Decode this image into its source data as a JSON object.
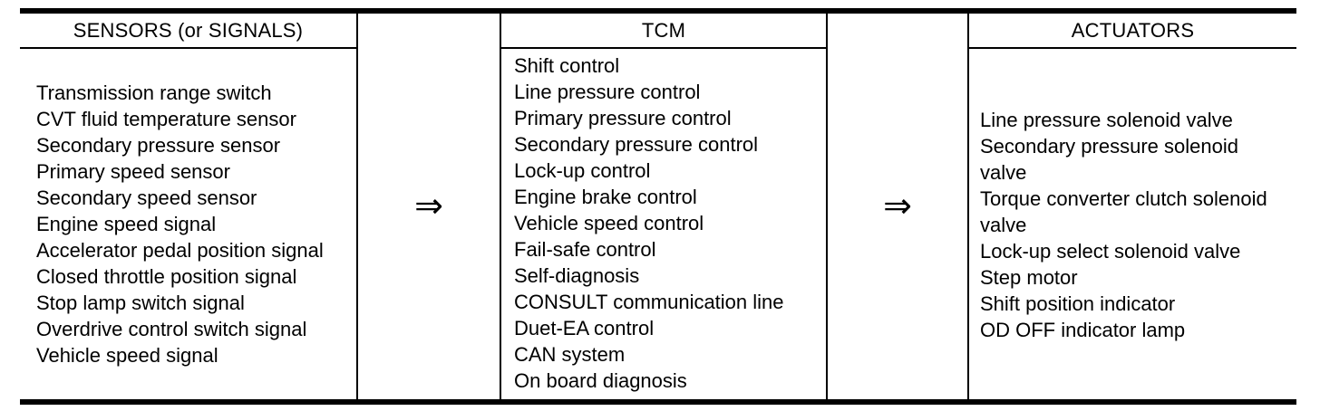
{
  "table": {
    "arrow": "⇒",
    "columns": [
      {
        "id": "sensors",
        "header": "SENSORS (or SIGNALS)",
        "items": [
          "Transmission range switch",
          "CVT fluid temperature sensor",
          "Secondary pressure sensor",
          "Primary speed sensor",
          "Secondary speed sensor",
          "Engine speed signal",
          "Accelerator pedal position signal",
          "Closed throttle position signal",
          "Stop lamp switch signal",
          "Overdrive control switch signal",
          "Vehicle speed signal"
        ]
      },
      {
        "id": "tcm",
        "header": "TCM",
        "items": [
          "Shift control",
          "Line pressure control",
          "Primary pressure control",
          "Secondary pressure control",
          "Lock-up control",
          "Engine brake control",
          "Vehicle speed control",
          "Fail-safe control",
          "Self-diagnosis",
          "CONSULT communication line",
          "Duet-EA control",
          "CAN system",
          "On board diagnosis"
        ]
      },
      {
        "id": "actuators",
        "header": "ACTUATORS",
        "items": [
          "Line pressure solenoid valve",
          "Secondary pressure solenoid\nvalve",
          "Torque converter clutch solenoid\nvalve",
          "Lock-up select solenoid valve",
          "Step motor",
          "Shift position indicator",
          "OD OFF indicator lamp"
        ]
      }
    ]
  },
  "colors": {
    "ink": "#000000",
    "background": "#ffffff"
  }
}
